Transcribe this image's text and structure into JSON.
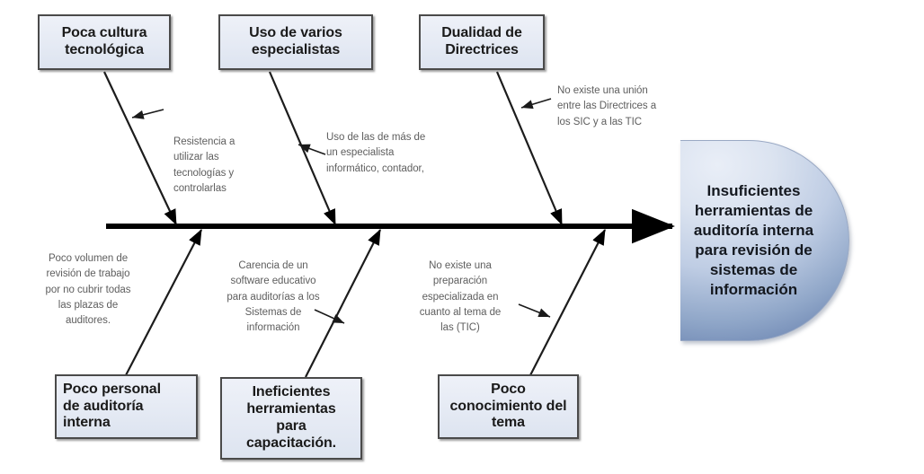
{
  "diagram": {
    "type": "fishbone-ishikawa",
    "effect": {
      "label": "Insuficientes\nherramientas  de\nauditoría  interna\npara revisión  de\nsistemas  de\ninformación",
      "fill_color": "#bfcde4"
    },
    "spine": {
      "color": "#000000"
    },
    "causes_top": [
      {
        "title": "Poca cultura\ntecnológica",
        "note": "Resistencia a\nutilizar las\ntecnologías y\ncontrolarlas"
      },
      {
        "title": "Uso de varios\nespecialistas",
        "note": "Uso  de las de  más de\nun especialista\ninformático, contador,"
      },
      {
        "title": "Dualidad de\nDirectrices",
        "note": "No existe una unión\nentre las Directrices a\nlos SIC y a las TIC"
      }
    ],
    "causes_bottom": [
      {
        "title": "Poco personal\nde auditoría\ninterna",
        "note": "Poco volumen de\nrevisión  de trabajo\npor no cubrir todas\nlas plazas de\nauditores."
      },
      {
        "title": "Ineficientes\nherramientas\npara\ncapacitación.",
        "note": "Carencia de un\nsoftware educativo\npara auditorías a los\nSistemas de\ninformación"
      },
      {
        "title": "Poco\nconocimiento del\ntema",
        "note": "No existe una\npreparación\nespecializada en\ncuanto al tema de\nlas  (TIC)"
      }
    ]
  }
}
